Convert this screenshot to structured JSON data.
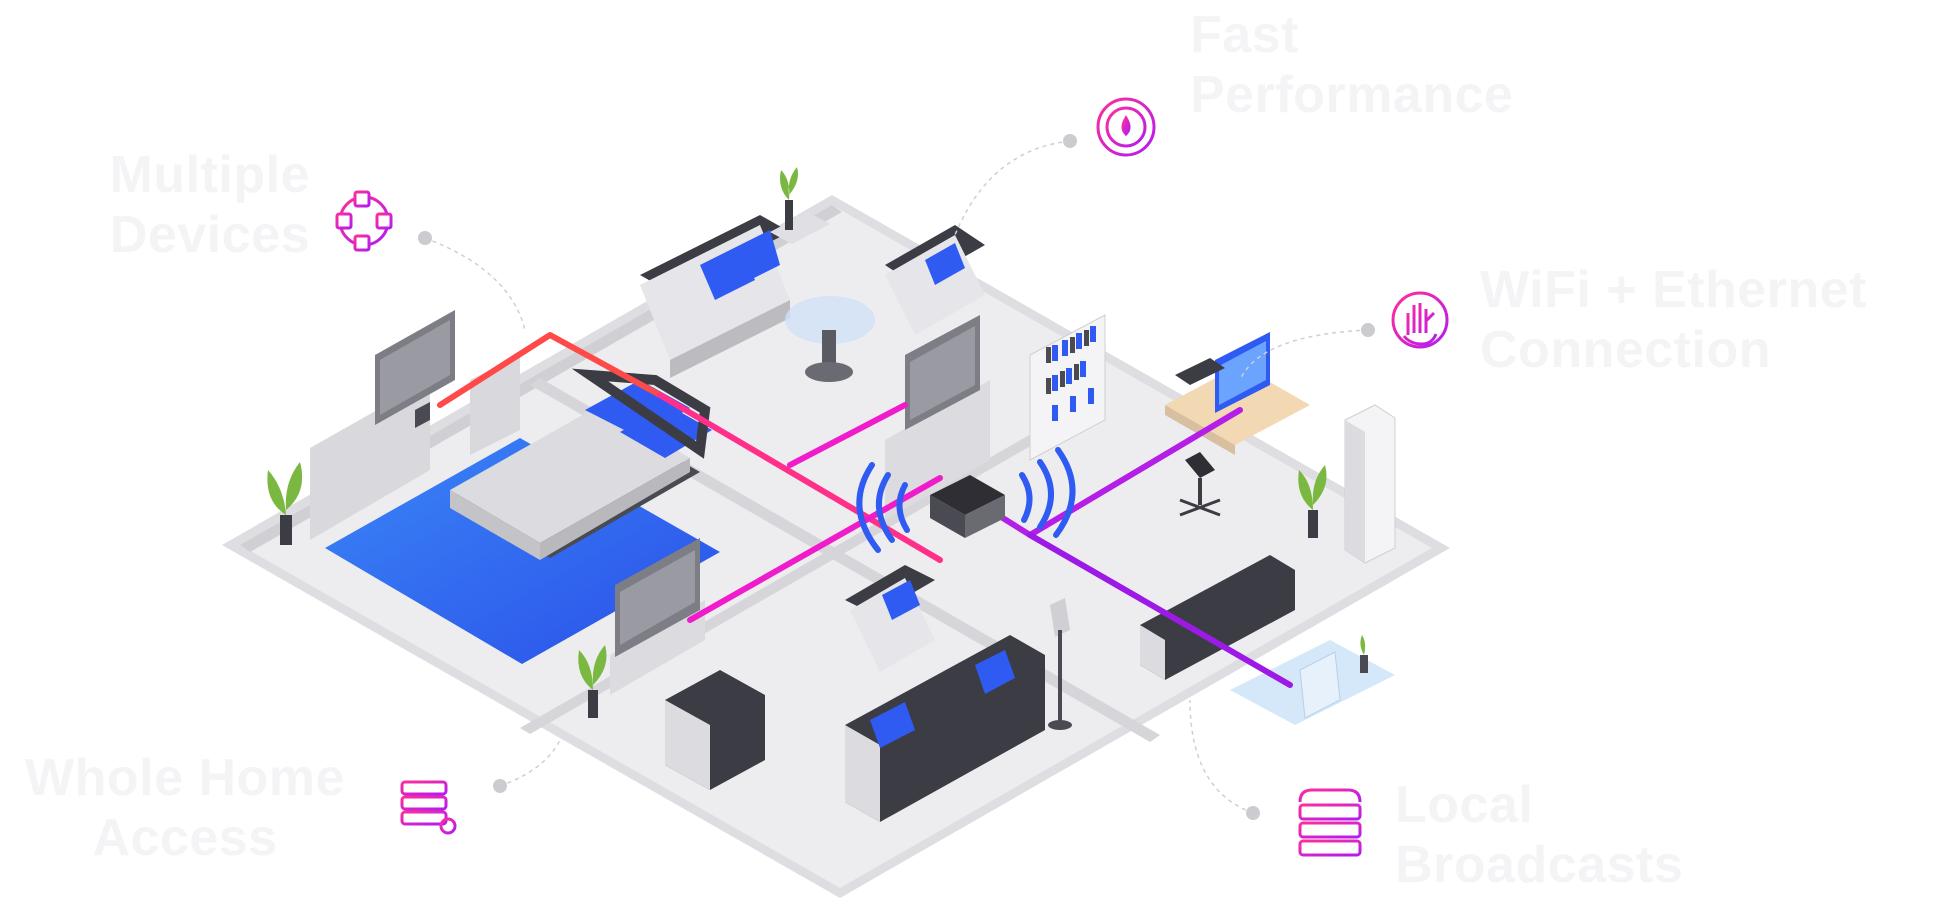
{
  "features": [
    {
      "id": "fast-performance",
      "lines": [
        "Fast",
        "Performance"
      ],
      "icon": "speedometer-icon"
    },
    {
      "id": "multiple-devices",
      "lines": [
        "Multiple",
        "Devices"
      ],
      "icon": "connected-devices-icon"
    },
    {
      "id": "wifi-ethernet",
      "lines": [
        "WiFi + Ethernet",
        "Connection"
      ],
      "icon": "hand-touch-icon"
    },
    {
      "id": "whole-home",
      "lines": [
        "Whole Home",
        "Access"
      ],
      "icon": "server-key-icon"
    },
    {
      "id": "local-broadcasts",
      "lines": [
        "Local",
        "Broadcasts"
      ],
      "icon": "server-stack-icon"
    }
  ],
  "colors": {
    "label": "#f4f4f6",
    "floor": "#e9e9ec",
    "wall": "#d2d2d6",
    "accent_blue": "#2f5bf2",
    "rug_blue": "#3b7cf6",
    "cable_red": "#ff4a4a",
    "cable_magenta": "#f01ccc",
    "cable_purple": "#9d19e6",
    "icon_gradient_start": "#ff2e9a",
    "icon_gradient_end": "#b31bf2",
    "dot": "#c9c9cf"
  },
  "router": {
    "icon": "wifi-router-icon"
  }
}
